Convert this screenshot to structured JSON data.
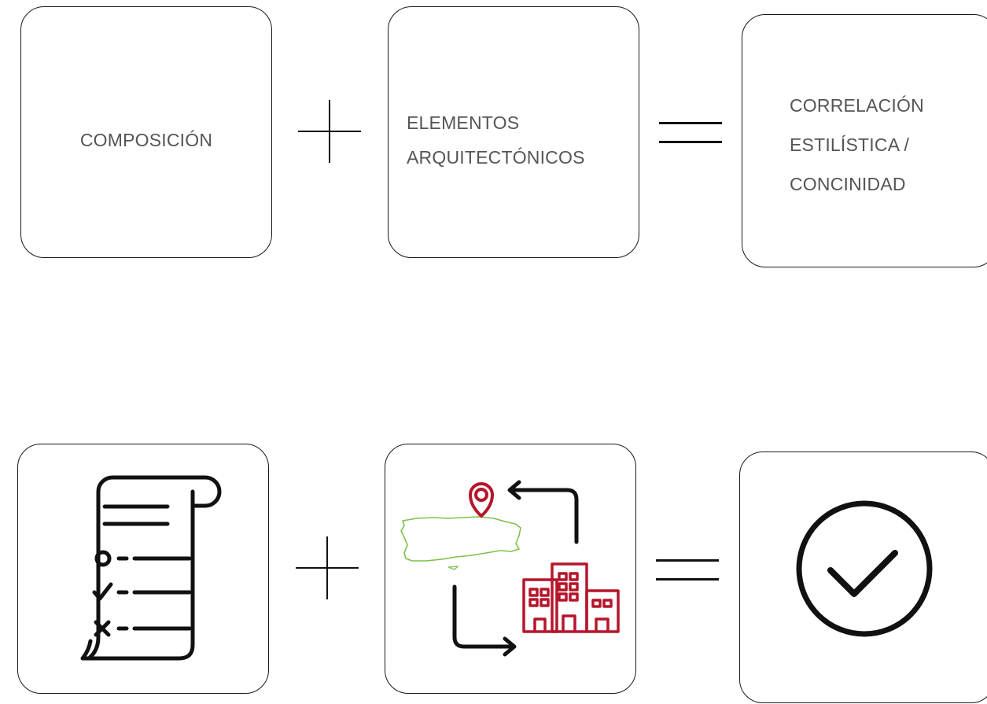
{
  "row1": {
    "box1": {
      "lines": [
        "COMPOSICIÓN"
      ]
    },
    "box2": {
      "lines": [
        "ELEMENTOS",
        "ARQUITECTÓNICOS"
      ]
    },
    "box3": {
      "lines": [
        "CORRELACIÓN",
        "ESTILÍSTICA /",
        "CONCINIDAD"
      ]
    }
  },
  "row2": {
    "box1": {
      "icon": "checklist-scroll-icon"
    },
    "box2": {
      "icons": [
        "map-pin-icon",
        "puerto-rico-map-icon",
        "buildings-icon",
        "cycle-arrows-icon"
      ]
    },
    "box3": {
      "icon": "check-circle-icon"
    }
  },
  "colors": {
    "stroke": "#111111",
    "text": "#555555",
    "accent_red": "#b5162b",
    "map_green": "#7cc04a"
  }
}
